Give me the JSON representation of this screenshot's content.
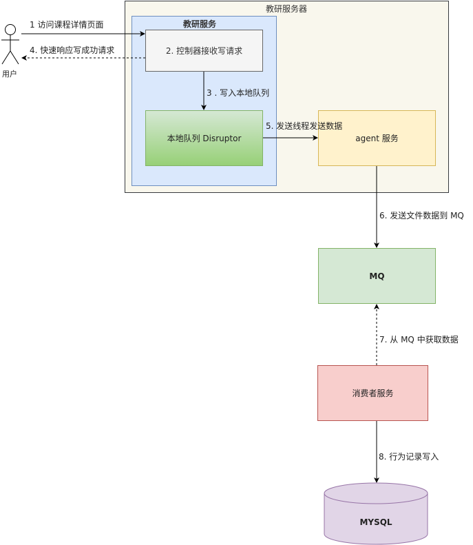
{
  "outer_server": {
    "title": "教研服务器"
  },
  "inner_service": {
    "title": "教研服务"
  },
  "nodes": {
    "controller": "2. 控制器接收写请求",
    "queue": "本地队列 Disruptor",
    "agent": "agent 服务",
    "mq": "MQ",
    "consumer": "消费者服务",
    "mysql": "MYSQL"
  },
  "actor": {
    "label": "用户"
  },
  "edges": {
    "e1": "1 访问课程详情页面",
    "e4": "4. 快速响应写成功请求",
    "e3": "3 . 写入本地队列",
    "e5": "5. 发送线程发送数据",
    "e6": "6. 发送文件数据到 MQ",
    "e7": "7. 从 MQ 中获取数据",
    "e8": "8. 行为记录写入"
  },
  "colors": {
    "outer_fill": "#f9f7ed",
    "outer_stroke": "#36393d",
    "inner_fill": "#dae8fc",
    "inner_stroke": "#6c8ebf",
    "controller_fill": "#f5f5f5",
    "controller_stroke": "#666666",
    "queue_top": "#d5e8d4",
    "queue_bottom": "#97d077",
    "queue_stroke": "#82b366",
    "agent_fill": "#fff2cc",
    "agent_stroke": "#d6b656",
    "mq_fill": "#d5e8d4",
    "mq_stroke": "#82b366",
    "consumer_fill": "#f8cecc",
    "consumer_stroke": "#b85450",
    "mysql_fill": "#e1d5e7",
    "mysql_stroke": "#9673a6"
  }
}
